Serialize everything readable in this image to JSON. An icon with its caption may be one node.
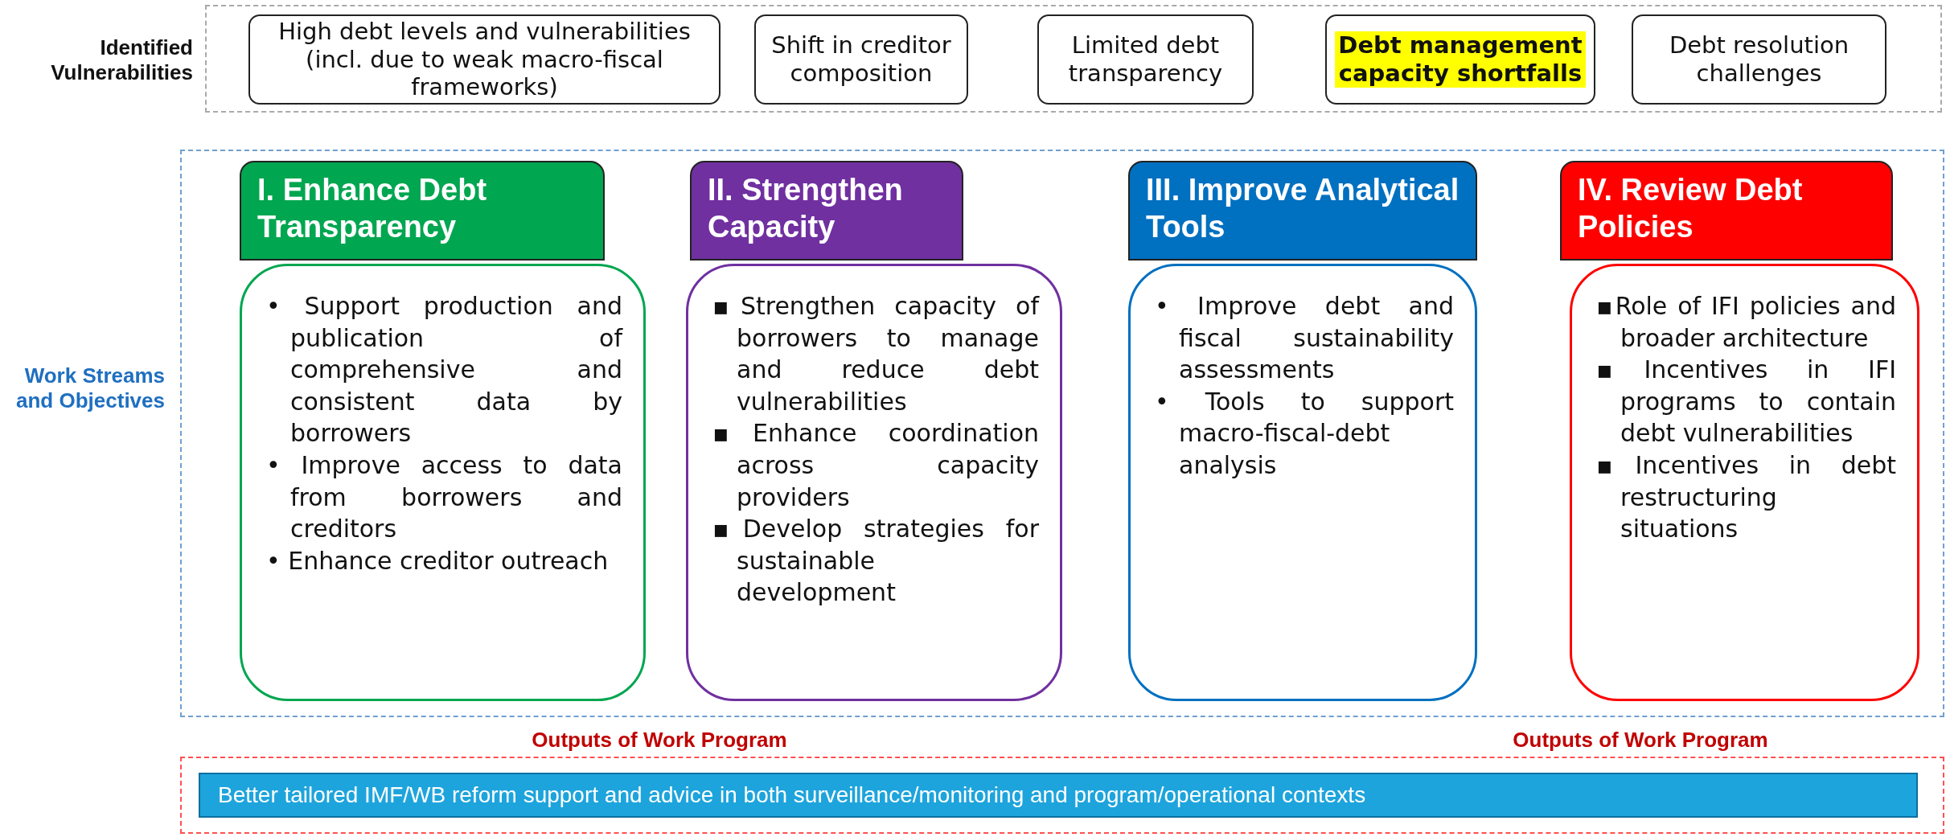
{
  "diagram": {
    "nodes": [
      {
        "text": [
          "Identified Vulnerabilities"
        ]
      },
      {
        "text": [
          "High debt levels and vulnerabilities (incl. due to weak macro-fiscal frameworks)"
        ],
        "in": 0
      },
      {
        "text": [
          "Shift in creditor composition"
        ],
        "in": 0
      },
      {
        "text": [
          "Limited debt transparency"
        ],
        "in": 0
      },
      {
        "text": [
          "Debt management capacity shortfalls"
        ],
        "in": 0
      },
      {
        "text": [
          "Debt resolution challenges"
        ],
        "in": 0
      },
      {
        "text": [
          "Work Streams and Objectives"
        ]
      },
      {
        "text": [
          "I. Enhance Debt Transparency"
        ],
        "in": 6
      },
      {
        "text": [
          "• Support production and publication of comprehensive and consistent data by borrowers",
          "• Improve access to data from borrowers and creditors",
          "• Enhance creditor outreach"
        ],
        "in": 6
      },
      {
        "text": [
          "II. Strengthen Capacity"
        ],
        "in": 6
      },
      {
        "text": [
          "▪Strengthen capacity of borrowers to manage and reduce debt vulnerabilities",
          "▪Enhance coordination across capacity providers",
          "▪Develop strategies for sustainable development"
        ],
        "in": 6
      },
      {
        "text": [
          "III. Improve Analytical Tools"
        ],
        "in": 6
      },
      {
        "text": [
          "• Improve debt and fiscal sustainability assessments",
          "• Tools to support macro-fiscal-debt analysis"
        ],
        "in": 6
      },
      {
        "text": [
          "IV. Review Debt Policies"
        ],
        "in": 6
      },
      {
        "text": [
          "▪Role of IFI policies and broader architecture",
          "▪Incentives in IFI programs to contain debt vulnerabilities",
          "▪Incentives in debt restructuring situations"
        ],
        "in": 6
      },
      {
        "text": [
          "Outputs of Work Program",
          "Outputs of Work Program"
        ]
      },
      {
        "text": [
          "Better tailored IMF/WB reform support and advice in both surveillance/monitoring and program/operational contexts"
        ],
        "in": 15
      }
    ]
  }
}
